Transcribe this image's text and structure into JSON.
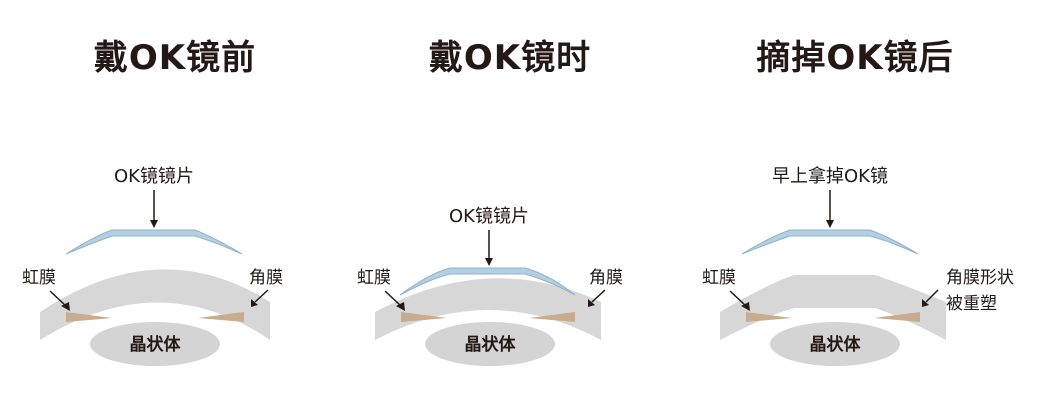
{
  "panels": [
    {
      "title": "戴OK镜前",
      "lens_label": "OK镜镜片",
      "iris_label": "虹膜",
      "cornea_label": [
        "角膜"
      ],
      "crystalline_label": "晶状体"
    },
    {
      "title": "戴OK镜时",
      "lens_label": "OK镜镜片",
      "iris_label": "虹膜",
      "cornea_label": [
        "角膜"
      ],
      "crystalline_label": "晶状体"
    },
    {
      "title": "摘掉OK镜后",
      "lens_label": "早上拿掉OK镜",
      "iris_label": "虹膜",
      "cornea_label": [
        "角膜形状",
        "被重塑"
      ],
      "crystalline_label": "晶状体"
    }
  ],
  "colors": {
    "title": "#231815",
    "cornea": "#d7d7d7",
    "lens_fill": "#b4cfe0",
    "lens_stroke": "#8fb2cc",
    "iris": "#c9ab8e",
    "crystalline": "#d4d4d4",
    "arrow": "#231815"
  }
}
